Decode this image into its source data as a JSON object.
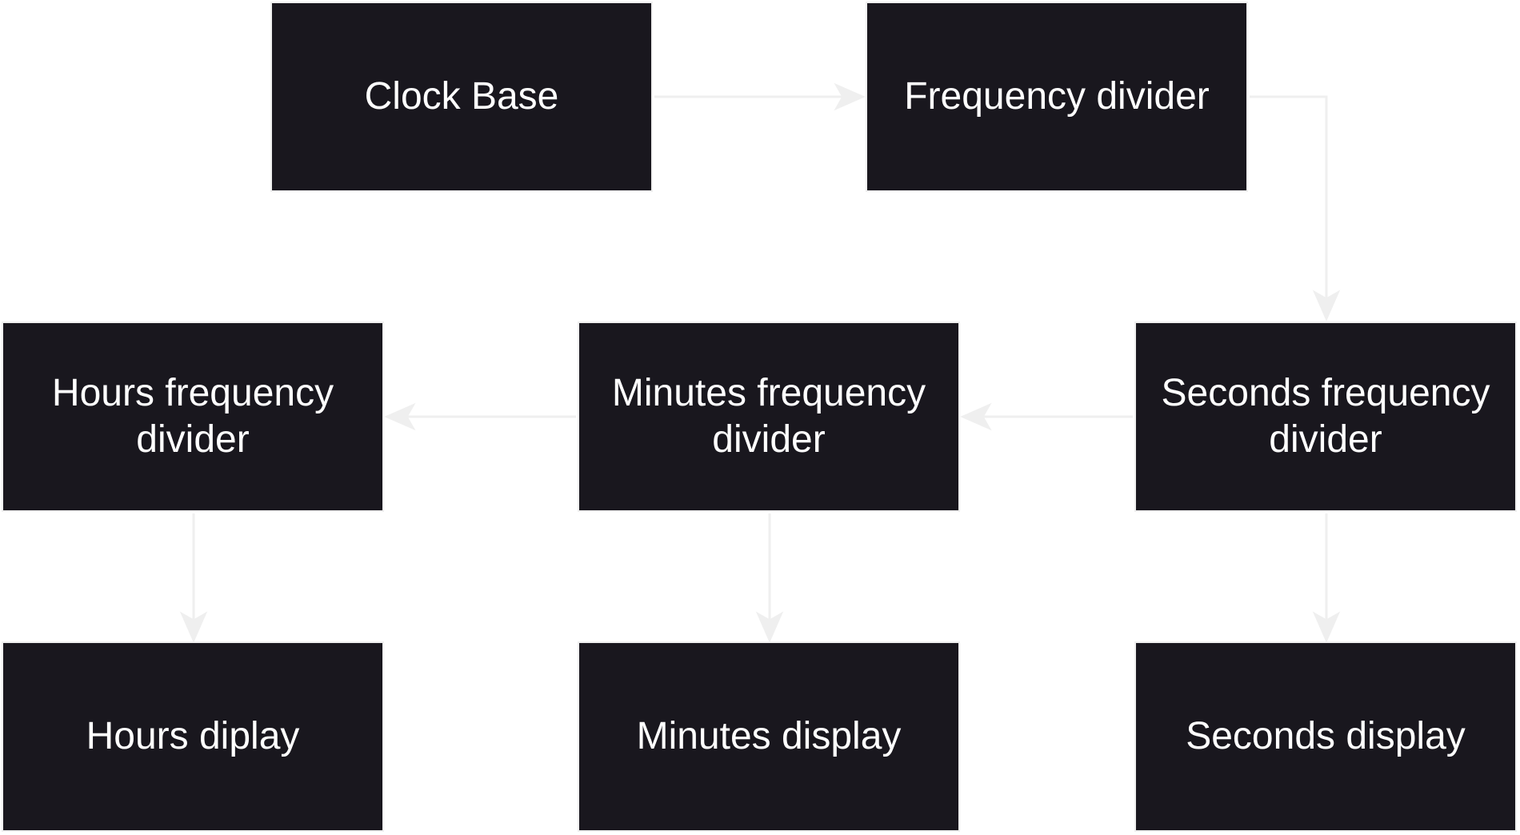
{
  "diagram": {
    "line_color": "#efefef",
    "box_fill": "#19171e",
    "box_text_color": "#ffffff",
    "nodes": {
      "clock_base": "Clock Base",
      "frequency_divider": "Frequency divider",
      "hours_frequency_divider": "Hours frequency divider",
      "minutes_frequency_divider": "Minutes frequency divider",
      "seconds_frequency_divider": "Seconds frequency divider",
      "hours_display": "Hours diplay",
      "minutes_display": "Minutes display",
      "seconds_display": "Seconds display"
    },
    "edges": [
      {
        "from": "clock_base",
        "to": "frequency_divider"
      },
      {
        "from": "frequency_divider",
        "to": "seconds_frequency_divider"
      },
      {
        "from": "seconds_frequency_divider",
        "to": "minutes_frequency_divider"
      },
      {
        "from": "minutes_frequency_divider",
        "to": "hours_frequency_divider"
      },
      {
        "from": "hours_frequency_divider",
        "to": "hours_display"
      },
      {
        "from": "minutes_frequency_divider",
        "to": "minutes_display"
      },
      {
        "from": "seconds_frequency_divider",
        "to": "seconds_display"
      }
    ]
  }
}
